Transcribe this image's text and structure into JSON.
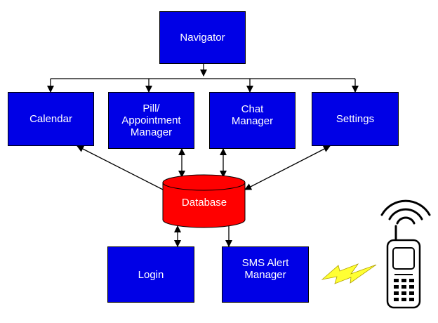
{
  "colors": {
    "box_fill": "#0000e6",
    "database_fill": "#ff0000",
    "lightning_fill": "#ffff33",
    "line": "#000000"
  },
  "nodes": {
    "navigator": "Navigator",
    "calendar": "Calendar",
    "pill_appointment_manager": "Pill/\nAppointment\nManager",
    "chat_manager": "Chat\nManager",
    "settings": "Settings",
    "database": "Database",
    "login": "Login",
    "sms_alert_manager": "SMS Alert\nManager"
  },
  "icons": [
    "lightning-bolt-icon",
    "mobile-phone-icon",
    "wireless-signal-icon"
  ]
}
